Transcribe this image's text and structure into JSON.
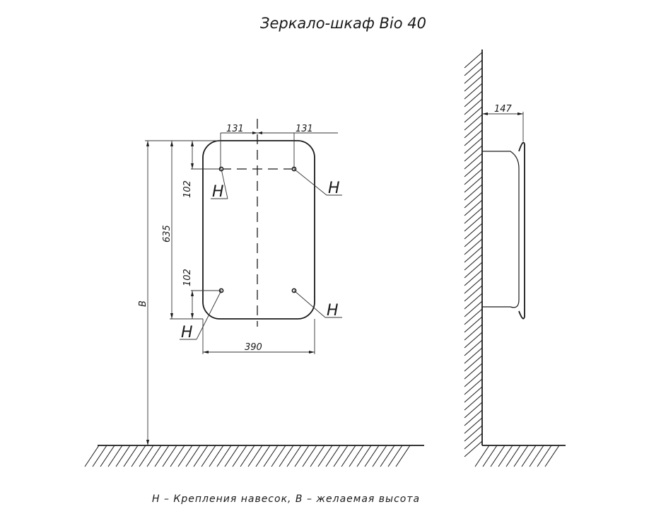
{
  "title": "Зеркало-шкаф Bio 40",
  "note": "Н – Крепления навесок, В – желаемая высота",
  "dimensions": {
    "top_left_offset": "131",
    "top_right_offset": "131",
    "top_hole_spacing": "102",
    "bottom_hole_spacing": "102",
    "height": "635",
    "width": "390",
    "depth": "147",
    "mount_height": "В"
  },
  "labels": {
    "h1": "Н",
    "h2": "Н",
    "h3": "Н",
    "h4": "Н"
  }
}
